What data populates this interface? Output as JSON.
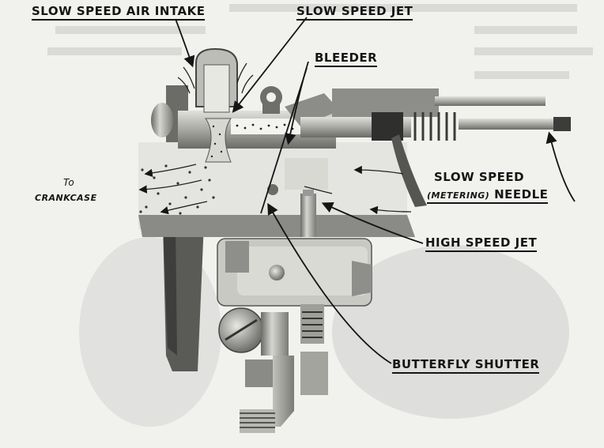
{
  "labels": {
    "slow_speed_air_intake": "SLOW SPEED AIR INTAKE",
    "slow_speed_jet": "SLOW SPEED JET",
    "bleeder": "BLEEDER",
    "to": "To",
    "crankcase": "CRANKCASE",
    "slow_speed": "SLOW SPEED",
    "metering": "(METERING)",
    "needle": "NEEDLE",
    "high_speed_jet": "HIGH SPEED JET",
    "butterfly_shutter": "BUTTERFLY SHUTTER"
  },
  "colors": {
    "background": "#f1f1ee",
    "metal_light": "#c9c9c4",
    "metal_mid": "#9a9a95",
    "metal_dark": "#4a4a48",
    "ink": "#151515"
  }
}
